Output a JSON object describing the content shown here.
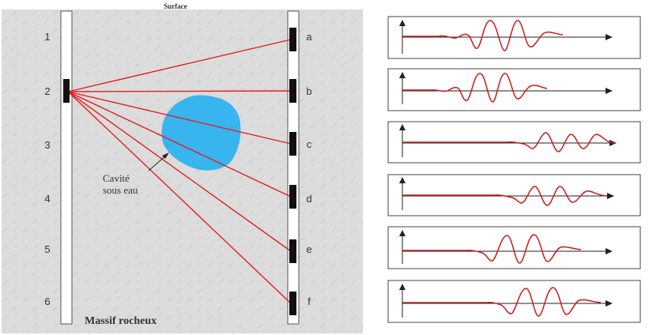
{
  "surface_label": "Surface",
  "depth_labels": [
    "1",
    "2",
    "3",
    "4",
    "5",
    "6"
  ],
  "receiver_labels": [
    "a",
    "b",
    "c",
    "d",
    "e",
    "f"
  ],
  "cavity_label_line1": "Cavité",
  "cavity_label_line2": "sous eau",
  "massif_label": "Massif rocheux",
  "colors": {
    "rock_background": "#dcdcdc",
    "borehole": "#ffffff",
    "device": "#111111",
    "ray": "#e02020",
    "cavity": "#38b4ee",
    "waveform": "#cc1a1a",
    "axis": "#222222"
  },
  "icons": {
    "source": "transmitter-probe-icon",
    "receivers": "receiver-probe-icon"
  }
}
